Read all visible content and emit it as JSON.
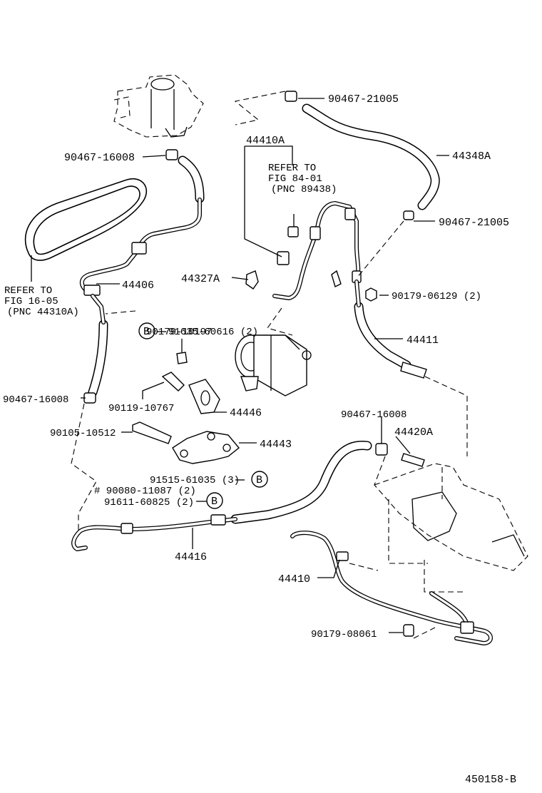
{
  "diagram_id": "450158-B",
  "labels": {
    "p_90467_21005_top": "90467-21005",
    "p_44348A": "44348A",
    "p_90467_16008_top": "90467-16008",
    "p_44410A": "44410A",
    "refer_84_l1": "REFER TO",
    "refer_84_l2": "FIG 84-01",
    "refer_84_l3": "(PNC 89438)",
    "p_90467_21005_mid": "90467-21005",
    "p_44327A": "44327A",
    "p_90179_06129": "90179-06129 (2)",
    "refer_16_l1": "REFER TO",
    "refer_16_l2": "FIG 16-05",
    "refer_16_l3": "(PNC 44310A)",
    "p_44406": "44406",
    "p_91635": "91635-60616 (2)",
    "p_44411": "44411",
    "p_90179_10197": "90179-10197",
    "p_90467_16008_left": "90467-16008",
    "p_90119_10767": "90119-10767",
    "p_44446": "44446",
    "p_90467_16008_right": "90467-16008",
    "p_44420A": "44420A",
    "p_90105_10512": "90105-10512",
    "p_44443": "44443",
    "p_91515": "91515-61035 (3)",
    "p_90080": "# 90080-11087 (2)",
    "p_91611": "91611-60825 (2)",
    "p_44416": "44416",
    "p_44410": "44410",
    "p_90179_08061": "90179-08061",
    "callout_b1": "B",
    "callout_b2": "B",
    "callout_b3": "B"
  }
}
